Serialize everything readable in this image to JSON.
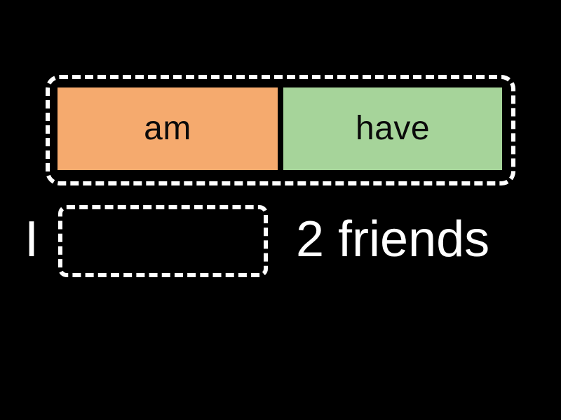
{
  "background_color": "#000000",
  "word_bank": {
    "name": "word-bank",
    "border_color": "#ffffff",
    "border_style": "dashed",
    "tiles": [
      {
        "label": "am",
        "color": "#f5aa6e",
        "text_color": "#0a0a0a"
      },
      {
        "label": "have",
        "color": "#a6d49a",
        "text_color": "#0a0a0a"
      }
    ]
  },
  "sentence": {
    "before_blank": "I",
    "blank_placeholder": "",
    "after_blank": "2 friends",
    "text_color": "#ffffff",
    "blank_border_color": "#ffffff",
    "blank_border_style": "dashed"
  }
}
